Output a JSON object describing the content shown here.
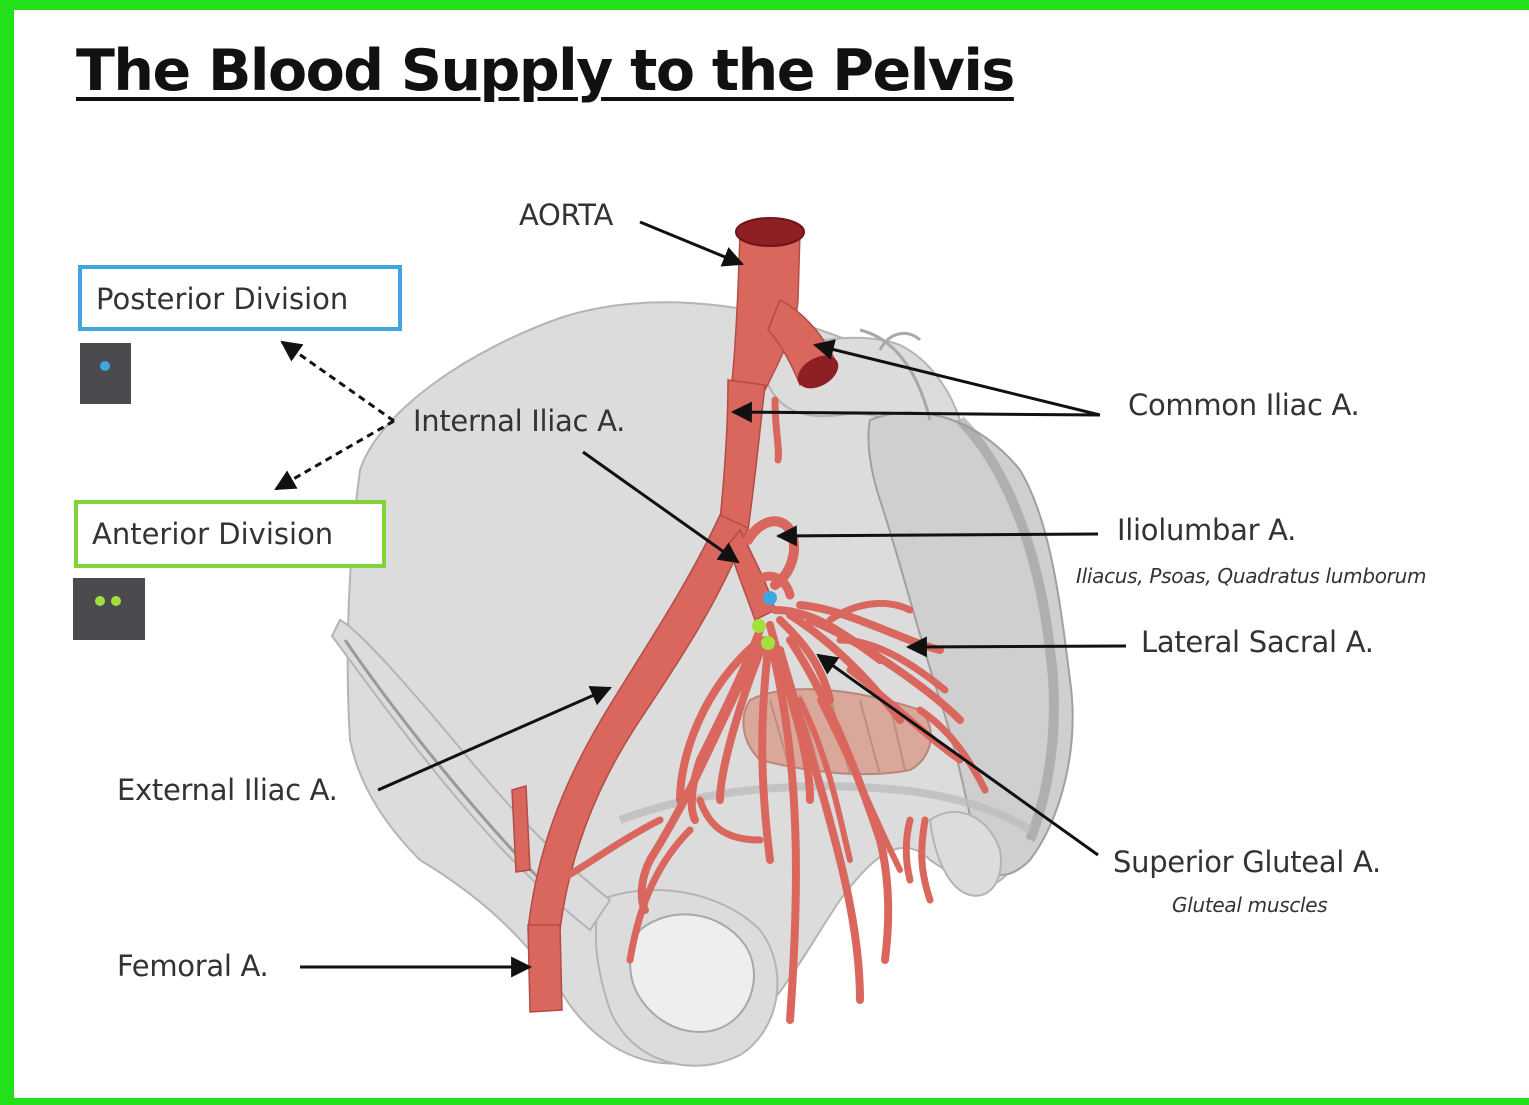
{
  "title": "The Blood Supply to the Pelvis",
  "colors": {
    "frame_border": "#22e01a",
    "posterior_division": "#3fa7e0",
    "anterior_division": "#7fd43a",
    "artery": "#d9675e",
    "artery_dark": "#8e1f24",
    "bone": "#dcdcdc",
    "bone_outline": "#b4b4b4",
    "muscle": "#d9a89a",
    "leader_line": "#111111"
  },
  "legend": {
    "posterior": {
      "label": "Posterior Division",
      "marker": "blue-dot",
      "marker_color": "#3fa7e0"
    },
    "anterior": {
      "label": "Anterior Division",
      "marker": "green-dots",
      "marker_color": "#7fd43a"
    }
  },
  "labels": {
    "aorta": "AORTA",
    "internal_iliac": "Internal Iliac A.",
    "common_iliac": "Common Iliac A.",
    "iliolumbar": "Iliolumbar A.",
    "iliolumbar_muscles": "Iliacus, Psoas, Quadratus lumborum",
    "lateral_sacral": "Lateral Sacral A.",
    "external_iliac": "External Iliac A.",
    "superior_gluteal": "Superior Gluteal A.",
    "superior_gluteal_muscles": "Gluteal muscles",
    "femoral": "Femoral A."
  }
}
